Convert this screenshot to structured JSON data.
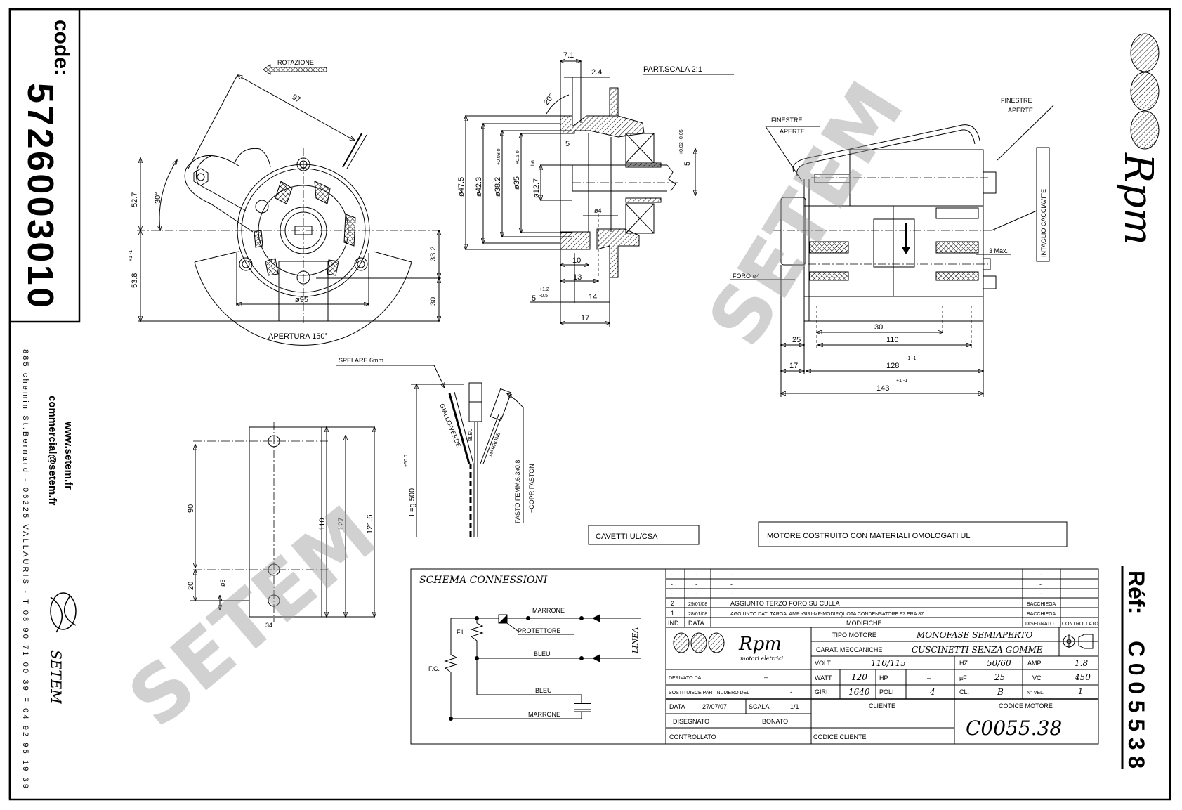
{
  "sidebar_left": {
    "code_label": "code:",
    "code": "5726003010",
    "website": "www.setem.fr",
    "email": "commercial@setem.fr",
    "address": "885 chemin St.Bernard - 06225 VALLAURIS - T 08 90 71 00 39  F 04 92 95 19 39",
    "brand": "SETEM"
  },
  "sidebar_right": {
    "brand": "Rpm",
    "ref_label": "Réf:",
    "ref": "C005538"
  },
  "watermark": "SETEM",
  "front_view": {
    "rotation": "ROTAZIONE",
    "dim_97": "97",
    "angle_30": "30°",
    "dim_52_7": "52.7",
    "dim_53_8": "53.8",
    "dim_53_8_tol": "+1 -1",
    "dim_33_2": "33.2",
    "dim_30": "30",
    "dia_95": "ø95",
    "opening": "APERTURA 150°"
  },
  "section_detail": {
    "title": "PART.SCALA 2:1",
    "dim_7_1": "7.1",
    "dim_2_4": "2.4",
    "angle_20": "20°",
    "dia_47_5": "ø47.5",
    "dia_42_3": "ø42.3",
    "dia_38_2": "ø38.2",
    "dia_38_2_tol": "+0.08 0",
    "dia_35": "ø35",
    "dia_35_tol": "+0.5 0",
    "dia_12_7": "ø12.7",
    "dia_12_7_tol": "h6",
    "dim_5": "5",
    "dia_4": "ø4",
    "dim_10": "10",
    "dim_13": "13",
    "dim_5b": "5",
    "dim_5b_tol_up": "+1.2",
    "dim_5b_tol_down": "-0.5",
    "dim_14": "14",
    "dim_17": "17",
    "dim_key": "5",
    "dim_key_tol": "+0.02 -0.05"
  },
  "side_view": {
    "windows_left_1": "FINESTRE",
    "windows_left_2": "APERTE",
    "windows_right_1": "FINESTRE",
    "windows_right_2": "APERTE",
    "screwdriver_slot": "INTAGLIO CACCIAVITE",
    "max_3": "3 Max.",
    "hole": "FORO ø4",
    "dim_30": "30",
    "dim_25": "25",
    "dim_110": "110",
    "dim_17": "17",
    "dim_128": "128",
    "dim_128_tol": "-1 -1",
    "dim_143": "143",
    "dim_143_tol": "+1 -1"
  },
  "bracket": {
    "dim_90": "90",
    "dim_20": "20",
    "dia_6": "ø6",
    "dim_34": "34",
    "dim_110": "110",
    "dim_127": "127",
    "dim_121_6": "121.6"
  },
  "cable": {
    "strip": "SPELARE 6mm",
    "length": "L=g.500",
    "length_tol": "+50 0",
    "wire_yellow_green": "GIALLO-VERDE",
    "wire_blue": "BLEU",
    "wire_brown": "MARRONE",
    "faston_1": "FASTO FEMM.6.3x0.8",
    "faston_2": "+COPRIFASTON"
  },
  "notes": {
    "cables": "CAVETTI UL/CSA",
    "materials": "MOTORE COSTRUITO CON MATERIALI OMOLOGATI UL"
  },
  "schema": {
    "title": "SCHEMA CONNESSIONI",
    "marrone_top": "MARRONE",
    "protector": "PROTETTORE",
    "bleu_mid": "BLEU",
    "bleu_low": "BLEU",
    "marrone_low": "MARRONE",
    "fl": "F.L.",
    "fc": "F.C.",
    "line": "LINEA"
  },
  "title_block": {
    "modifications": [
      {
        "ind": "-",
        "date": "-",
        "text": "-",
        "drawn": "-",
        "checked": ""
      },
      {
        "ind": "-",
        "date": "-",
        "text": "-",
        "drawn": "-",
        "checked": ""
      },
      {
        "ind": "-",
        "date": "-",
        "text": "-",
        "drawn": "-",
        "checked": ""
      },
      {
        "ind": "2",
        "date": "29/07/08",
        "text": "AGGIUNTO TERZO FORO SU CULLA",
        "drawn": "BACCHIEGA",
        "checked": ""
      },
      {
        "ind": "1",
        "date": "28/01/08",
        "text": "AGGIUNTO DATI TARGA: AMP.-GIRI-MF-MODIF.QUOTA CONDENSATORE 97 ERA:87",
        "drawn": "BACCHIEGA",
        "checked": ""
      }
    ],
    "headers": {
      "ind": "IND",
      "date": "DATA",
      "modifications": "MODIFICHE",
      "drawn": "DISEGNATO",
      "checked": "CONTROLLATO"
    },
    "logo_name": "Rpm",
    "logo_sub": "motori elettrici",
    "motor_type_label": "TIPO MOTORE",
    "motor_type": "MONOFASE SEMIAPERTO",
    "mech_label": "CARAT. MECCANICHE",
    "mech": "CUSCINETTI SENZA GOMME",
    "volt_label": "VOLT",
    "volt": "110/115",
    "hz_label": "HZ",
    "hz": "50/60",
    "amp_label": "AMP.",
    "amp": "1.8",
    "watt_label": "WATT",
    "watt": "120",
    "hp_label": "HP",
    "hp": "–",
    "uf_label": "µF",
    "uf": "25",
    "vc_label": "VC",
    "vc": "450",
    "rpm_label": "GIRI",
    "rpm": "1640",
    "poles_label": "POLI",
    "poles": "4",
    "class_label": "CL.",
    "class": "B",
    "speeds_label": "N° VEL.",
    "speeds": "1",
    "derived_label": "DERIVATO DA:",
    "derived": "–",
    "replaces_label": "SOSTITUISCE PART NUMERO DEL",
    "replaces": "-",
    "date_label": "DATA",
    "date": "27/07/07",
    "scale_label": "SCALA",
    "scale": "1/1",
    "drawn_label": "DISEGNATO",
    "drawn": "BONATO",
    "checked_label": "CONTROLLATO",
    "client_label": "CLIENTE",
    "client_code_label": "CODICE CLIENTE",
    "motor_code_label": "CODICE MOTORE",
    "motor_code": "C0055.38"
  }
}
